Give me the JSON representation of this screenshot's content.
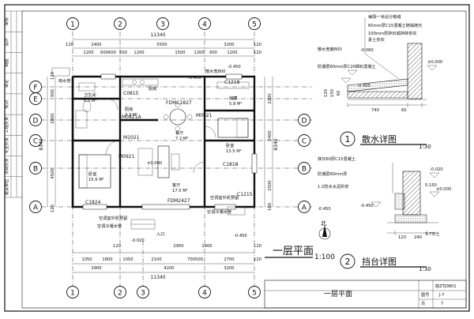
{
  "sheet": {
    "side_strip": [
      "审核",
      "设计",
      "制图",
      "审定",
      "校对",
      "工程负责",
      "专业负责",
      "项目负责",
      "建设单位"
    ],
    "title_block": {
      "drawing_name": "一层平面",
      "code": "皖ZTJ0801",
      "label1": "图号",
      "value1": "J-7",
      "label2": "页",
      "value2": "7"
    }
  },
  "plan": {
    "title": "一层平面",
    "scale": "1:100",
    "north_label": "北",
    "overall_width": "11340",
    "overall_depth": "8340",
    "axes_horizontal": [
      "1",
      "2",
      "3",
      "4",
      "5"
    ],
    "axes_vertical": [
      "A",
      "B",
      "C",
      "D",
      "E",
      "F"
    ],
    "top_dims_row1": [
      "120",
      "2400",
      "5500",
      "3200",
      "120"
    ],
    "top_dims_row2": [
      "1200",
      "600",
      "600",
      "600",
      "1200",
      "1500",
      "1200",
      "900",
      "1200",
      "120"
    ],
    "bottom_dims_row1": [
      "1050",
      "1800",
      "1050",
      "2100",
      "700",
      "500",
      "2700",
      "120"
    ],
    "bottom_dims_row2": [
      "3900",
      "4200",
      "3200"
    ],
    "bottom_dims_misc": [
      "120",
      "2950",
      "1400",
      "120"
    ],
    "left_dims": [
      "120",
      "900",
      "2800",
      "4500",
      "120"
    ],
    "left_dims_extra": [
      "8340"
    ],
    "right_dims": [
      "2200",
      "3400",
      "2500",
      "100"
    ],
    "rooms": [
      {
        "name": "卫生间",
        "area": "6.5 M²"
      },
      {
        "name": "厨房",
        "area": "3.3 M²"
      },
      {
        "name": "餐厅",
        "area": "7.2 M²"
      },
      {
        "name": "储藏",
        "area": "5.8 M²"
      },
      {
        "name": "卧室",
        "area": "15.6 M²"
      },
      {
        "name": "客厅",
        "area": "17.0 M²"
      },
      {
        "name": "卧室",
        "area": "13.5 M²"
      }
    ],
    "door_window_labels": [
      "C0815",
      "M0821A",
      "FDMC1827",
      "M1021",
      "C1818",
      "C1824",
      "FDM2427",
      "C1218",
      "C1215",
      "M0921",
      "M0921"
    ],
    "level_marks": [
      "-0.450",
      "±0.000",
      "-0.020",
      "-0.450",
      "-0.450"
    ],
    "misc_labels": [
      "入口",
      "厨房",
      "空调室外机预留",
      "空调冷凝水管",
      "空调室外机预留",
      "雨水管",
      "散水宽800",
      "空调冷凝水管"
    ]
  },
  "detail1": {
    "number": "1",
    "title": "散水详图",
    "scale": "1:30",
    "notes": [
      "每隔一米设分格缝",
      "60mm厚C15混凝土随捣随光",
      "100mm厚碎石或碎砖夯实",
      "素土夯实",
      "散水宽度800",
      "防潮层60mm厚C20细石混凝土"
    ],
    "dims": [
      "740",
      "60",
      "-0.060",
      "-0.450",
      "±0.000",
      "120",
      "150",
      "60"
    ]
  },
  "detail2": {
    "number": "2",
    "title": "挡台详图",
    "scale": "1:30",
    "notes": [
      "抹灰60厚C15混凝土",
      "防潮层60mm厚",
      "1:2防水水泥砂浆",
      "3:7灰土"
    ],
    "dims": [
      "-0.020",
      "0.150",
      "-0.450",
      "±0.000",
      "-0.450",
      "120",
      "240"
    ]
  }
}
